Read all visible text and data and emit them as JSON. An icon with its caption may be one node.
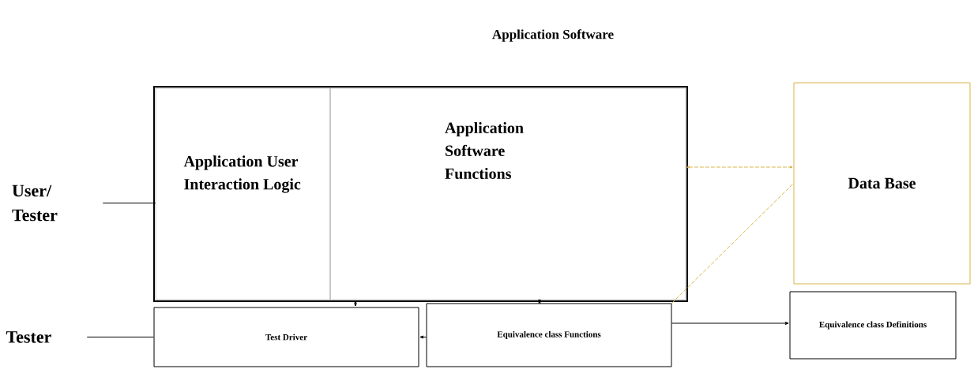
{
  "diagram": {
    "title": "Application Software",
    "nodes": [
      {
        "text": [],
        "shape": "box"
      },
      {
        "text": [
          "Application User Interaction Logic"
        ],
        "in": 0
      },
      {
        "text": [
          "Application Software Functions"
        ],
        "in": 0
      },
      {
        "text": [
          "User/ Tester"
        ]
      },
      {
        "text": [
          "Tester"
        ]
      },
      {
        "text": [
          "Test Driver"
        ]
      },
      {
        "text": [
          "Equivalence class Functions"
        ]
      },
      {
        "text": [
          "Data Base"
        ]
      },
      {
        "text": [
          "Equivalence class Definitions"
        ]
      }
    ],
    "edges": [
      {
        "from": 3,
        "to": 1,
        "arrow": "none"
      },
      {
        "from": 4,
        "to": 5,
        "arrow": "none"
      },
      {
        "from": 5,
        "to": 2,
        "arrow": "both"
      },
      {
        "from": 6,
        "to": 2,
        "arrow": "both"
      },
      {
        "from": 6,
        "to": 5,
        "arrow": "to"
      },
      {
        "from": 2,
        "to": 7,
        "arrow": "both",
        "style": "dashed",
        "color": "#d9b44a"
      },
      {
        "from": 6,
        "to": 7,
        "arrow": "none",
        "style": "dashed",
        "color": "#d9b44a"
      },
      {
        "from": 6,
        "to": 8,
        "arrow": "to"
      }
    ]
  }
}
